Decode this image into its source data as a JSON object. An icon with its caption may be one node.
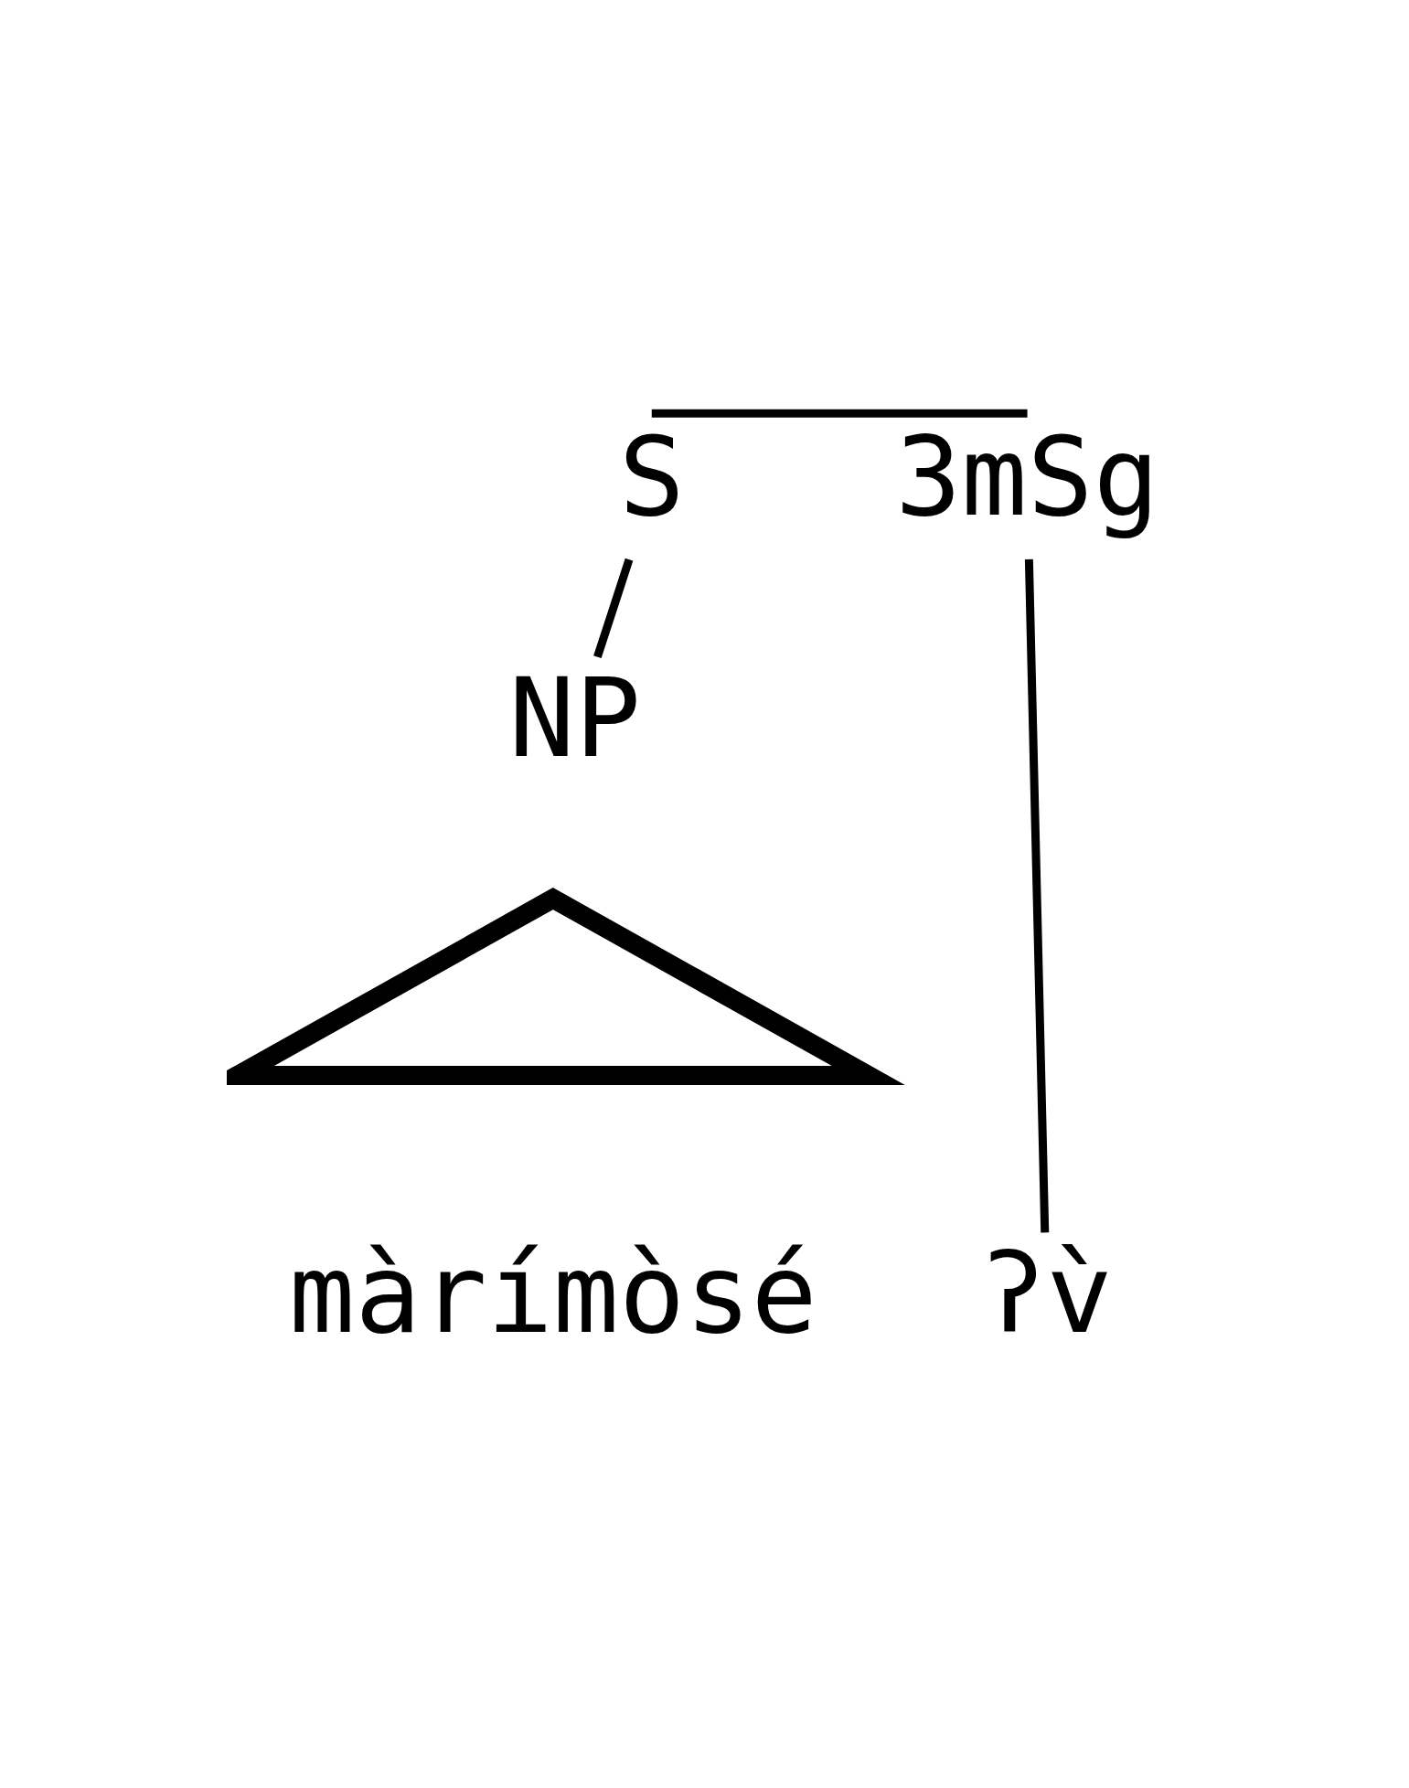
{
  "diagram": {
    "nodes": [
      {
        "text": [
          "S"
        ]
      },
      {
        "text": [
          "3mSg"
        ]
      },
      {
        "text": [
          "NP"
        ]
      },
      {
        "text": [],
        "shape": "triangle"
      },
      {
        "text": [
          "màrímòsé"
        ]
      },
      {
        "text": [
          "ʔv̀"
        ]
      }
    ],
    "edges": [
      {
        "from": 0,
        "to": 1,
        "arrow": "none"
      },
      {
        "from": 0,
        "to": 2,
        "arrow": "none"
      },
      {
        "from": 1,
        "to": 5,
        "arrow": "none"
      }
    ]
  }
}
